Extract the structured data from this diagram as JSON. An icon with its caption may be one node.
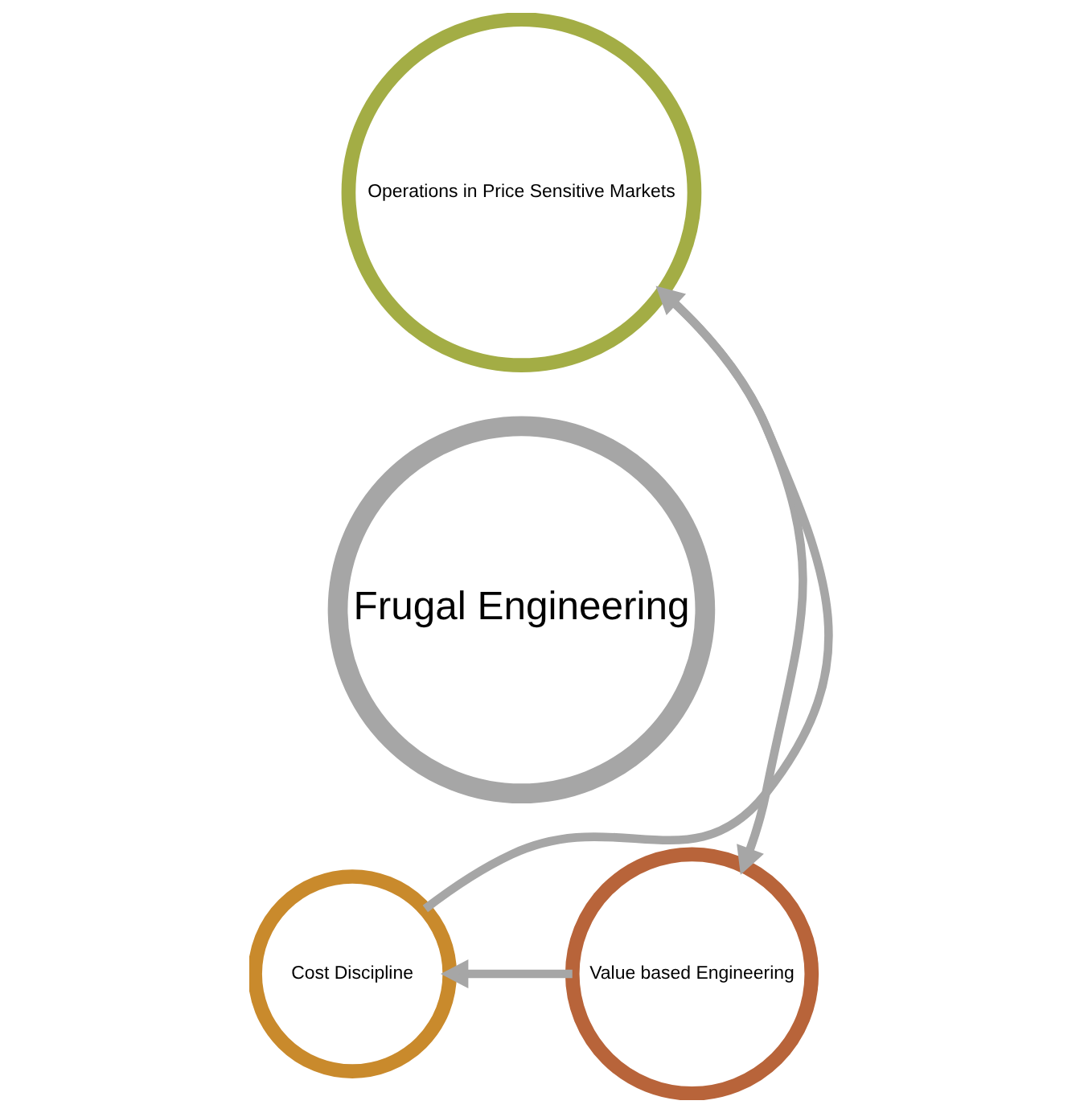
{
  "diagram": {
    "nodes": [
      {
        "text": [
          "Frugal Engineering"
        ]
      },
      {
        "text": [
          "Operations in Price Sensitive Markets"
        ]
      },
      {
        "text": [
          "Cost Discipline"
        ]
      },
      {
        "text": [
          "Value based Engineering"
        ]
      }
    ],
    "edges": [
      {
        "from": 2,
        "to": 1,
        "arrow": "to"
      },
      {
        "from": 1,
        "to": 3,
        "arrow": "to"
      },
      {
        "from": 3,
        "to": 2,
        "arrow": "to"
      }
    ]
  }
}
